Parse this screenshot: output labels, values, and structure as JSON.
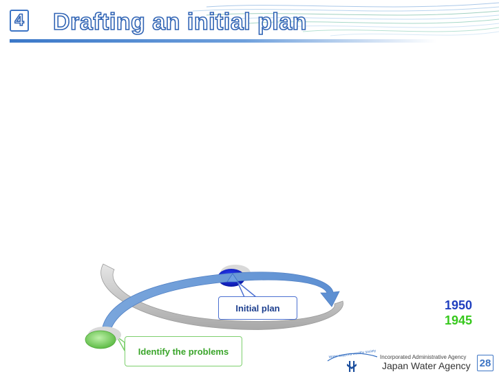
{
  "header": {
    "section_number": "4",
    "title": "Drafting an initial plan"
  },
  "diagram": {
    "callouts": [
      {
        "label": "Initial plan"
      },
      {
        "label": "Identify the problems"
      }
    ]
  },
  "years": [
    "1950",
    "1945"
  ],
  "footer": {
    "slogan": "Water supports wealthy society",
    "organization_type": "Incorporated Administrative Agency",
    "organization_name": "Japan Water Agency",
    "page_number": "28"
  },
  "colors": {
    "title_outline": "#2f63b4",
    "year_1950": "#1f3fbf",
    "year_1945": "#36c81c",
    "callout_initial_border": "#4a6fd0",
    "callout_identify_border": "#7ccf6c"
  }
}
